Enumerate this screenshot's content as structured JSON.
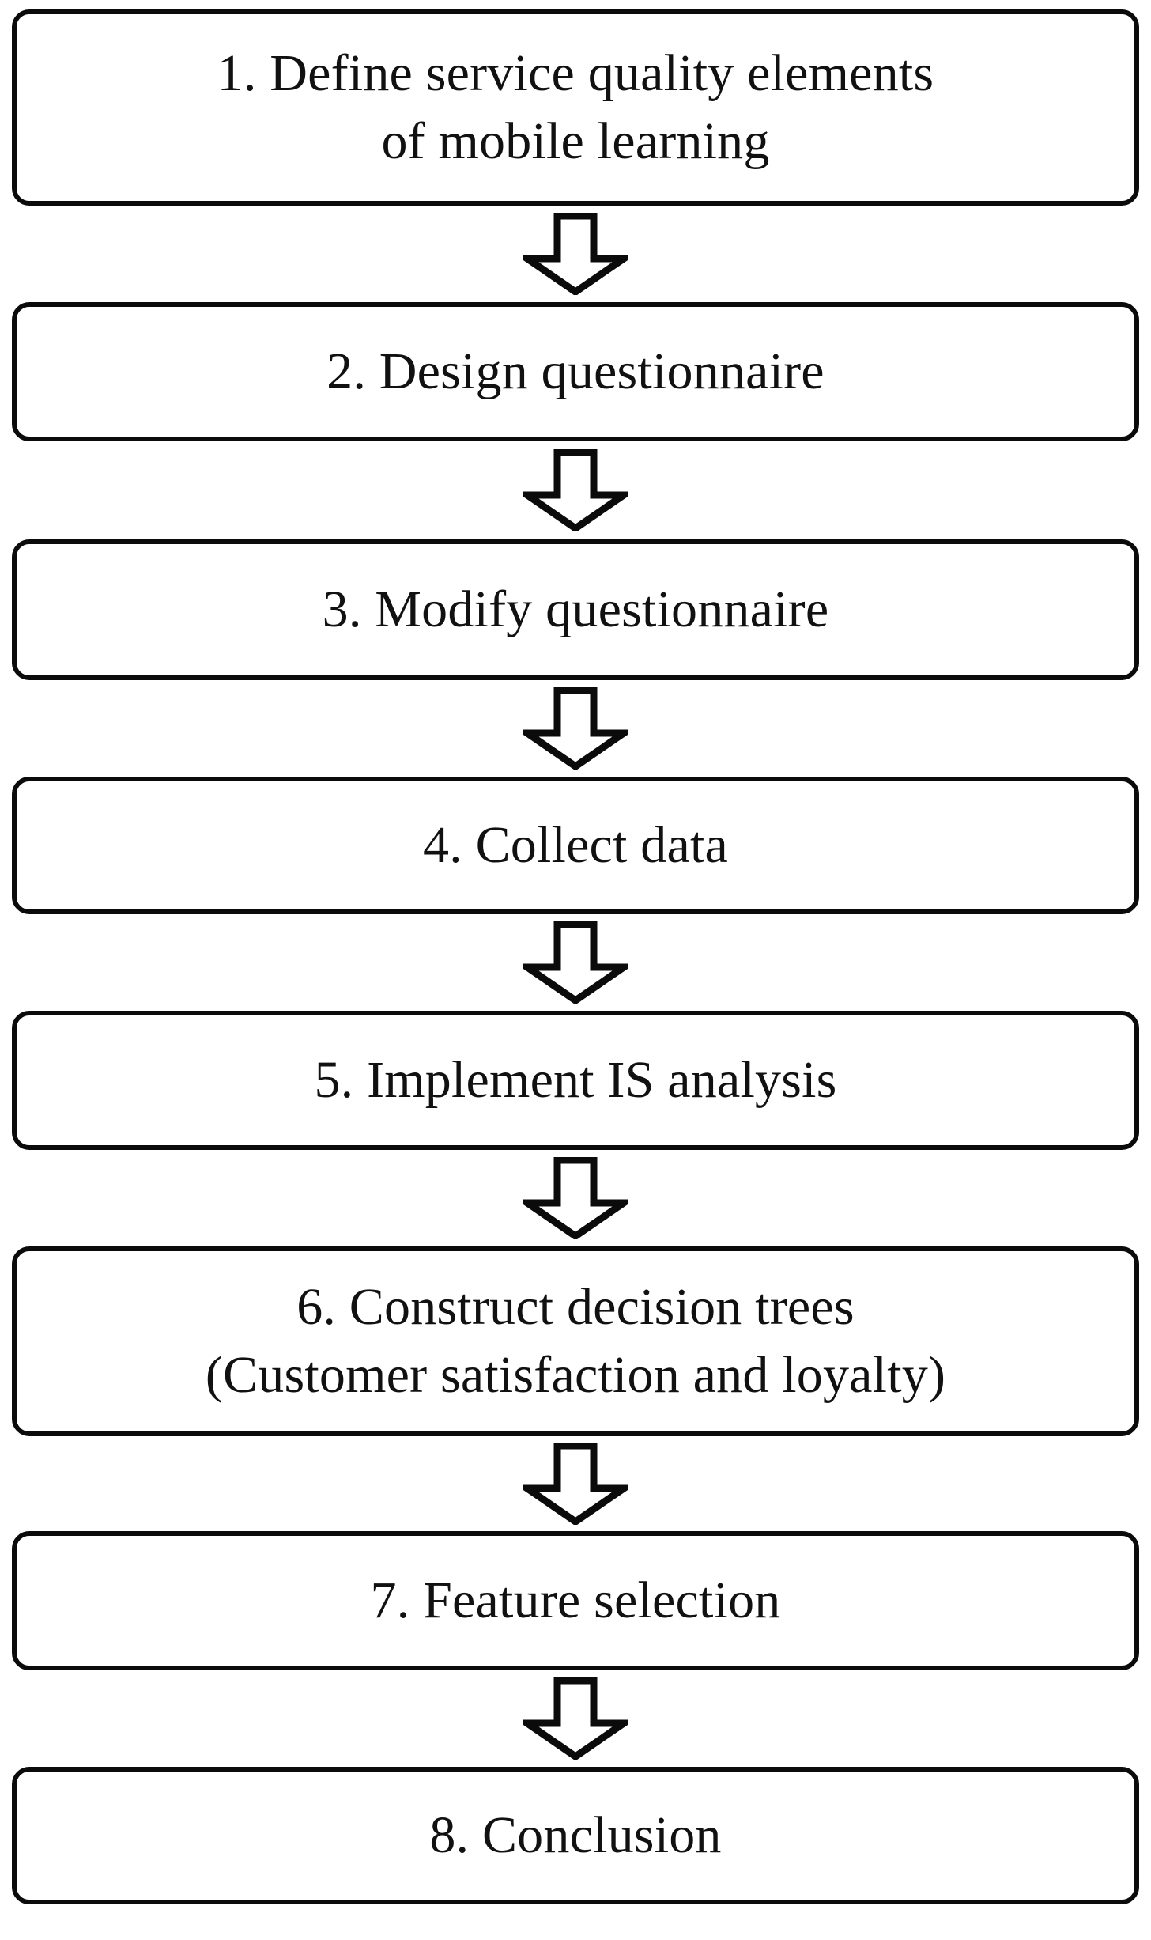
{
  "figure": {
    "type": "flowchart",
    "orientation": "vertical-top-to-bottom",
    "connector": "hollow-block-down-arrow",
    "box_shape": "rounded-rectangle",
    "colors": {
      "stroke": "#0b0b0b",
      "fill": "#ffffff",
      "text": "#111111",
      "background": "#ffffff"
    },
    "step_count": 8
  },
  "steps": [
    {
      "index": 1,
      "label": "1. Define service quality elements of mobile learning",
      "lines": [
        "1. Define service quality elements",
        "of mobile learning"
      ]
    },
    {
      "index": 2,
      "label": "2. Design questionnaire",
      "lines": [
        "2. Design questionnaire"
      ]
    },
    {
      "index": 3,
      "label": "3. Modify questionnaire",
      "lines": [
        "3. Modify questionnaire"
      ]
    },
    {
      "index": 4,
      "label": "4. Collect data",
      "lines": [
        "4. Collect data"
      ]
    },
    {
      "index": 5,
      "label": "5. Implement IS analysis",
      "lines": [
        "5. Implement IS analysis"
      ]
    },
    {
      "index": 6,
      "label": "6. Construct decision trees (Customer satisfaction and loyalty)",
      "lines": [
        "6. Construct decision trees",
        "(Customer satisfaction and loyalty)"
      ]
    },
    {
      "index": 7,
      "label": "7. Feature selection",
      "lines": [
        "7. Feature selection"
      ]
    },
    {
      "index": 8,
      "label": "8. Conclusion",
      "lines": [
        "8. Conclusion"
      ]
    }
  ],
  "arrows": [
    {
      "from": 1,
      "to": 2,
      "icon": "down-arrow-icon"
    },
    {
      "from": 2,
      "to": 3,
      "icon": "down-arrow-icon"
    },
    {
      "from": 3,
      "to": 4,
      "icon": "down-arrow-icon"
    },
    {
      "from": 4,
      "to": 5,
      "icon": "down-arrow-icon"
    },
    {
      "from": 5,
      "to": 6,
      "icon": "down-arrow-icon"
    },
    {
      "from": 6,
      "to": 7,
      "icon": "down-arrow-icon"
    },
    {
      "from": 7,
      "to": 8,
      "icon": "down-arrow-icon"
    }
  ]
}
